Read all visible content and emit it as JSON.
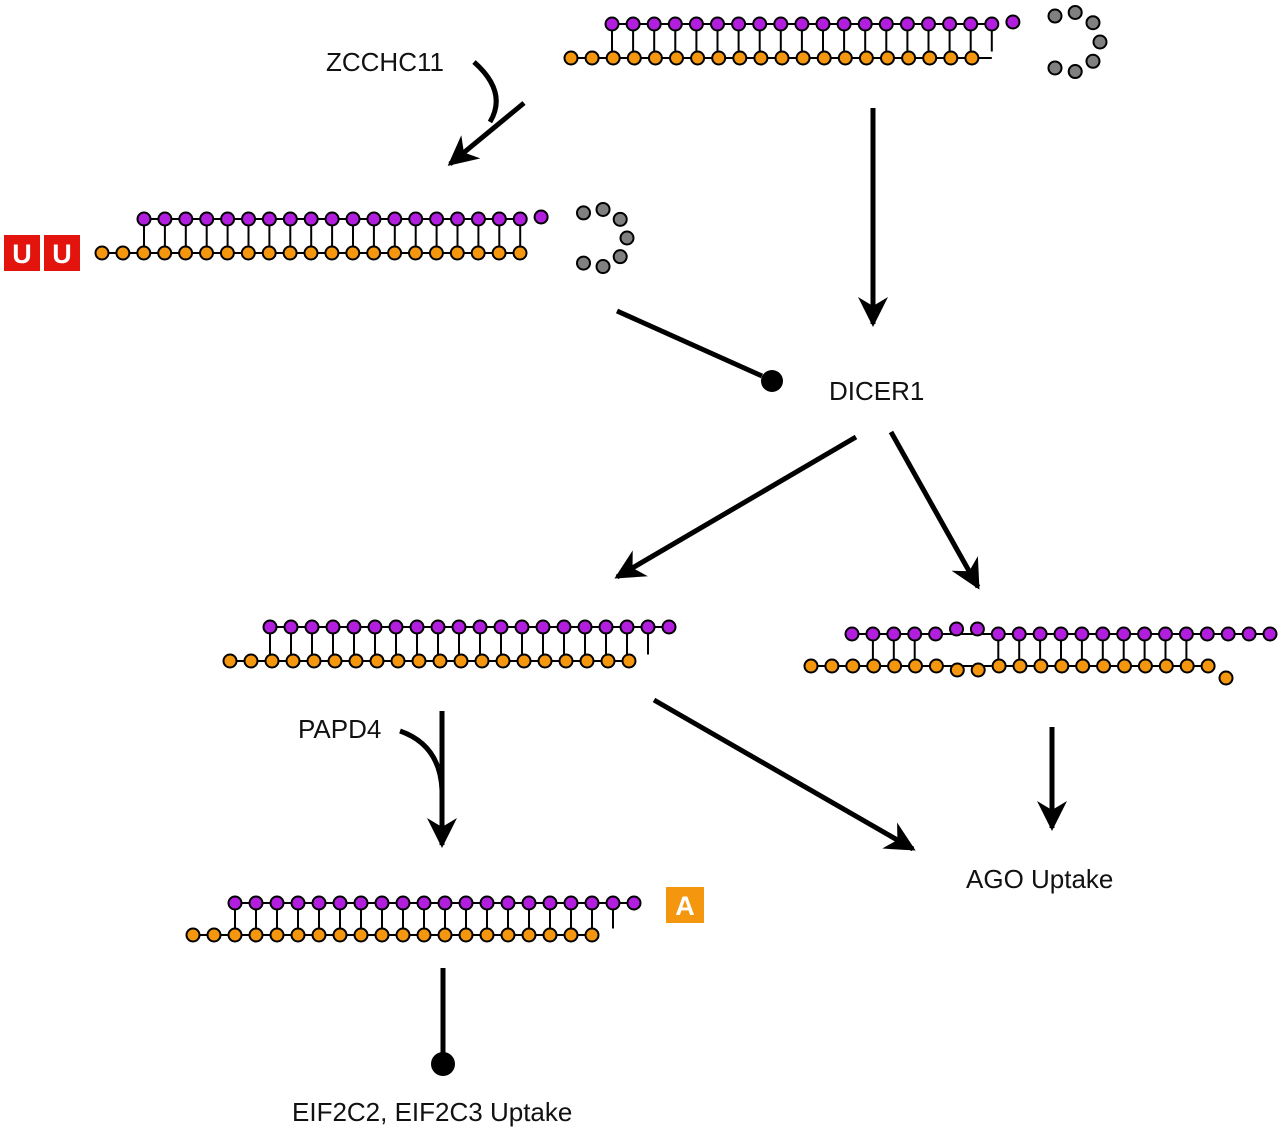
{
  "labels": {
    "zcchc11": "ZCCHC11",
    "dicer1": "DICER1",
    "papd4": "PAPD4",
    "ago_uptake": "AGO Uptake",
    "eif_uptake": "EIF2C2, EIF2C3 Uptake"
  },
  "tags": {
    "uridine_1": "U",
    "uridine_2": "U",
    "adenine": "A"
  },
  "colors": {
    "guide_strand": "#b21ede",
    "passenger_strand": "#f5960f",
    "loop": "#808080",
    "uridylation": "#e3140e",
    "adenylation": "#f5960f"
  }
}
